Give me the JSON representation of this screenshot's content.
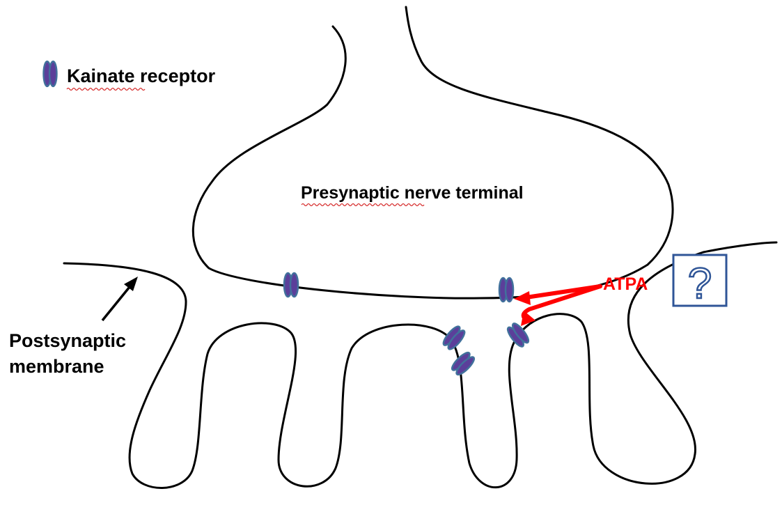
{
  "legend": {
    "label": "Kainate receptor",
    "icon": "kainate-receptor-icon"
  },
  "labels": {
    "presynaptic": "Presynaptic nerve terminal",
    "postsynaptic_line1": "Postsynaptic",
    "postsynaptic_line2": "membrane",
    "agonist": "ATPA",
    "unknown_symbol": "?"
  },
  "colors": {
    "receptor_fill": "#5b3f9a",
    "receptor_stroke": "#41719c",
    "agonist": "#ff0000",
    "unknown_box": "#2f5597",
    "membrane": "#000000",
    "spellcheck_underline": "#d62b2b"
  }
}
